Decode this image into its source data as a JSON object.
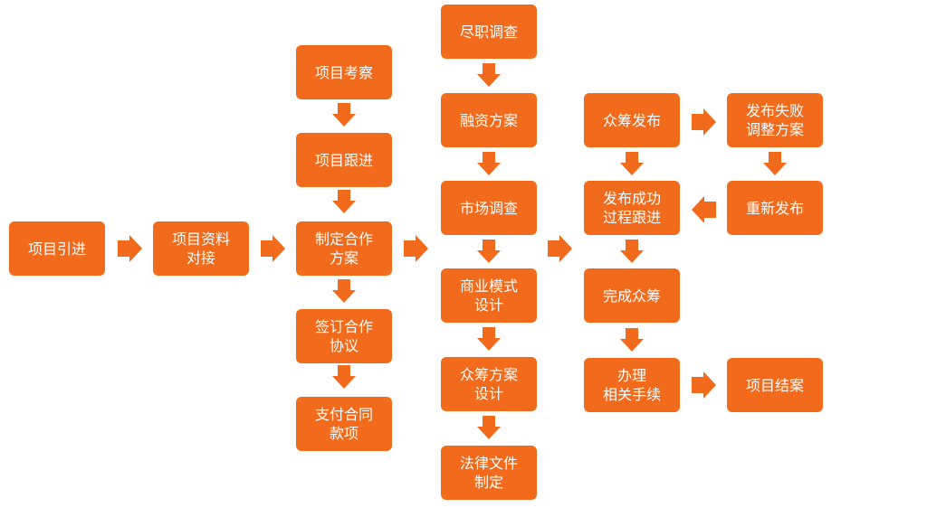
{
  "colors": {
    "box": "#f26a1b",
    "text": "#ffffff",
    "background": "#ffffff"
  },
  "nodes": [
    {
      "id": "xiangmu-yinjin",
      "label": "项目引进"
    },
    {
      "id": "xiangmu-ziliao-duijie",
      "label": "项目资料\n对接"
    },
    {
      "id": "xiangmu-kaocha",
      "label": "项目考察"
    },
    {
      "id": "xiangmu-genjin",
      "label": "项目跟进"
    },
    {
      "id": "zhiding-hezuo-fangan",
      "label": "制定合作\n方案"
    },
    {
      "id": "qianding-hezuo-xieyi",
      "label": "签订合作\n协议"
    },
    {
      "id": "zhifu-hetong-kuanxiang",
      "label": "支付合同\n款项"
    },
    {
      "id": "jinzhi-diaocha",
      "label": "尽职调查"
    },
    {
      "id": "rongzi-fangan",
      "label": "融资方案"
    },
    {
      "id": "shichang-diaocha",
      "label": "市场调查"
    },
    {
      "id": "shangye-moshi-sheji",
      "label": "商业模式\n设计"
    },
    {
      "id": "zhongchou-fangan-sheji",
      "label": "众筹方案\n设计"
    },
    {
      "id": "falv-wenjian-zhiding",
      "label": "法律文件\n制定"
    },
    {
      "id": "zhongchou-fabu",
      "label": "众筹发布"
    },
    {
      "id": "fabu-chenggong-genjin",
      "label": "发布成功\n过程跟进"
    },
    {
      "id": "wancheng-zhongchou",
      "label": "完成众筹"
    },
    {
      "id": "banli-shouxu",
      "label": "办理\n相关手续"
    },
    {
      "id": "fabu-shibai-tiaozheng",
      "label": "发布失败\n调整方案"
    },
    {
      "id": "chongxin-fabu",
      "label": "重新发布"
    },
    {
      "id": "xiangmu-jiean",
      "label": "项目结案"
    }
  ],
  "edges": [
    {
      "from": "xiangmu-yinjin",
      "to": "xiangmu-ziliao-duijie"
    },
    {
      "from": "xiangmu-ziliao-duijie",
      "to": "zhiding-hezuo-fangan"
    },
    {
      "from": "xiangmu-kaocha",
      "to": "xiangmu-genjin"
    },
    {
      "from": "xiangmu-genjin",
      "to": "zhiding-hezuo-fangan"
    },
    {
      "from": "zhiding-hezuo-fangan",
      "to": "qianding-hezuo-xieyi"
    },
    {
      "from": "qianding-hezuo-xieyi",
      "to": "zhifu-hetong-kuanxiang"
    },
    {
      "from": "zhiding-hezuo-fangan",
      "to": "shichang-diaocha"
    },
    {
      "from": "jinzhi-diaocha",
      "to": "rongzi-fangan"
    },
    {
      "from": "rongzi-fangan",
      "to": "shichang-diaocha"
    },
    {
      "from": "shichang-diaocha",
      "to": "shangye-moshi-sheji"
    },
    {
      "from": "shangye-moshi-sheji",
      "to": "zhongchou-fangan-sheji"
    },
    {
      "from": "zhongchou-fangan-sheji",
      "to": "falv-wenjian-zhiding"
    },
    {
      "from": "shichang-diaocha",
      "to": "fabu-chenggong-genjin"
    },
    {
      "from": "zhongchou-fabu",
      "to": "fabu-chenggong-genjin"
    },
    {
      "from": "zhongchou-fabu",
      "to": "fabu-shibai-tiaozheng"
    },
    {
      "from": "fabu-shibai-tiaozheng",
      "to": "chongxin-fabu"
    },
    {
      "from": "chongxin-fabu",
      "to": "fabu-chenggong-genjin"
    },
    {
      "from": "fabu-chenggong-genjin",
      "to": "wancheng-zhongchou"
    },
    {
      "from": "wancheng-zhongchou",
      "to": "banli-shouxu"
    },
    {
      "from": "banli-shouxu",
      "to": "xiangmu-jiean"
    }
  ]
}
